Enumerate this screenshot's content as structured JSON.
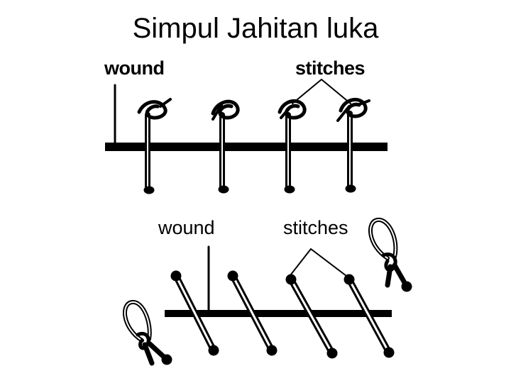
{
  "title": "Simpul Jahitan luka",
  "top_panel": {
    "wound_label": "wound",
    "stitches_label": "stitches"
  },
  "bottom_panel": {
    "wound_label": "wound",
    "stitches_label": "stitches"
  },
  "colors": {
    "ink": "#000000",
    "background": "#ffffff"
  }
}
